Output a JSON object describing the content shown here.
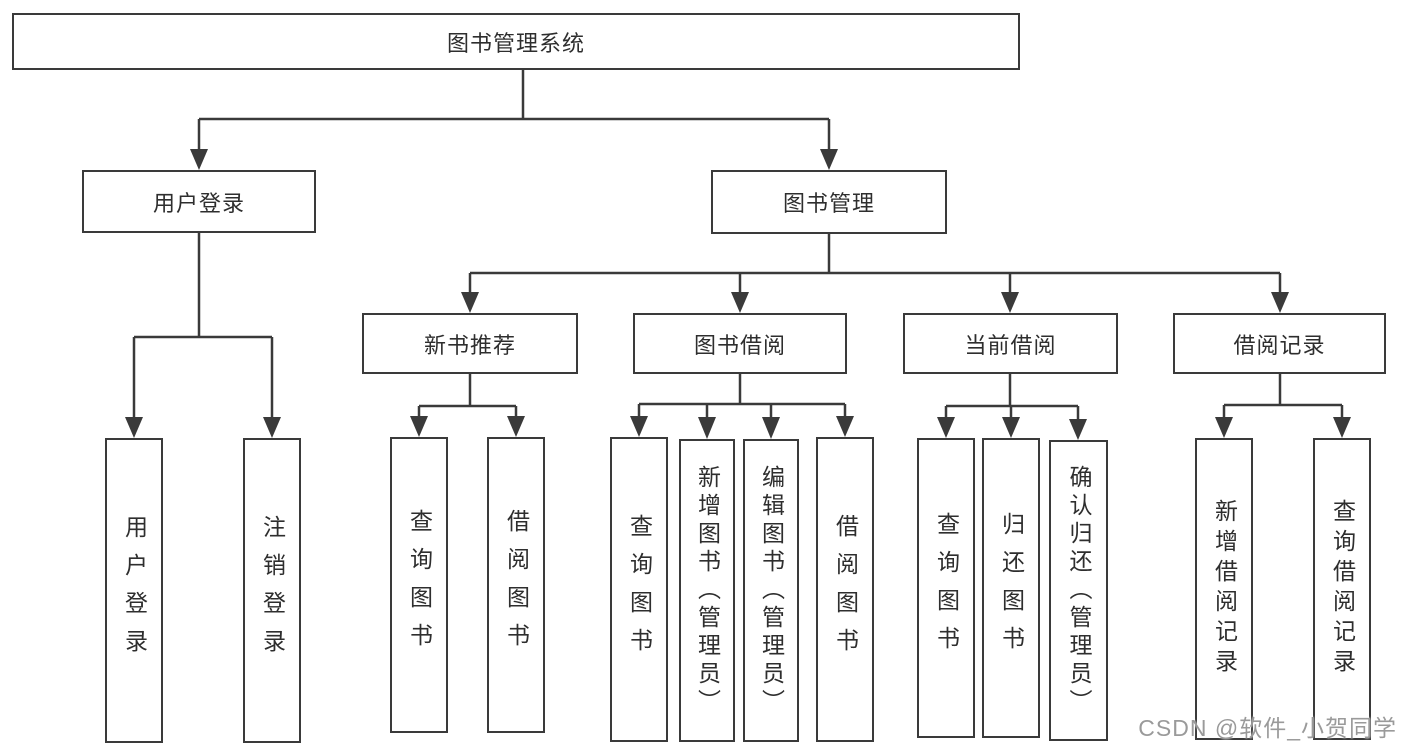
{
  "tree": {
    "label": "图书管理系统",
    "children": [
      {
        "label": "用户登录",
        "children": [
          {
            "label": "用户登录"
          },
          {
            "label": "注销登录"
          }
        ]
      },
      {
        "label": "图书管理",
        "children": [
          {
            "label": "新书推荐",
            "children": [
              {
                "label": "查询图书"
              },
              {
                "label": "借阅图书"
              }
            ]
          },
          {
            "label": "图书借阅",
            "children": [
              {
                "label": "查询图书"
              },
              {
                "label": "新增图书（管理员）"
              },
              {
                "label": "编辑图书（管理员）"
              },
              {
                "label": "借阅图书"
              }
            ]
          },
          {
            "label": "当前借阅",
            "children": [
              {
                "label": "查询图书"
              },
              {
                "label": "归还图书"
              },
              {
                "label": "确认归还（管理员）"
              }
            ]
          },
          {
            "label": "借阅记录",
            "children": [
              {
                "label": "新增借阅记录"
              },
              {
                "label": "查询借阅记录"
              }
            ]
          }
        ]
      }
    ]
  },
  "colors": {
    "line": "#3a3a3a",
    "box_border": "#3a3a3a",
    "text": "#2e2e2e",
    "watermark": "#9a9a9a"
  },
  "watermark": "CSDN @软件_小贺同学"
}
